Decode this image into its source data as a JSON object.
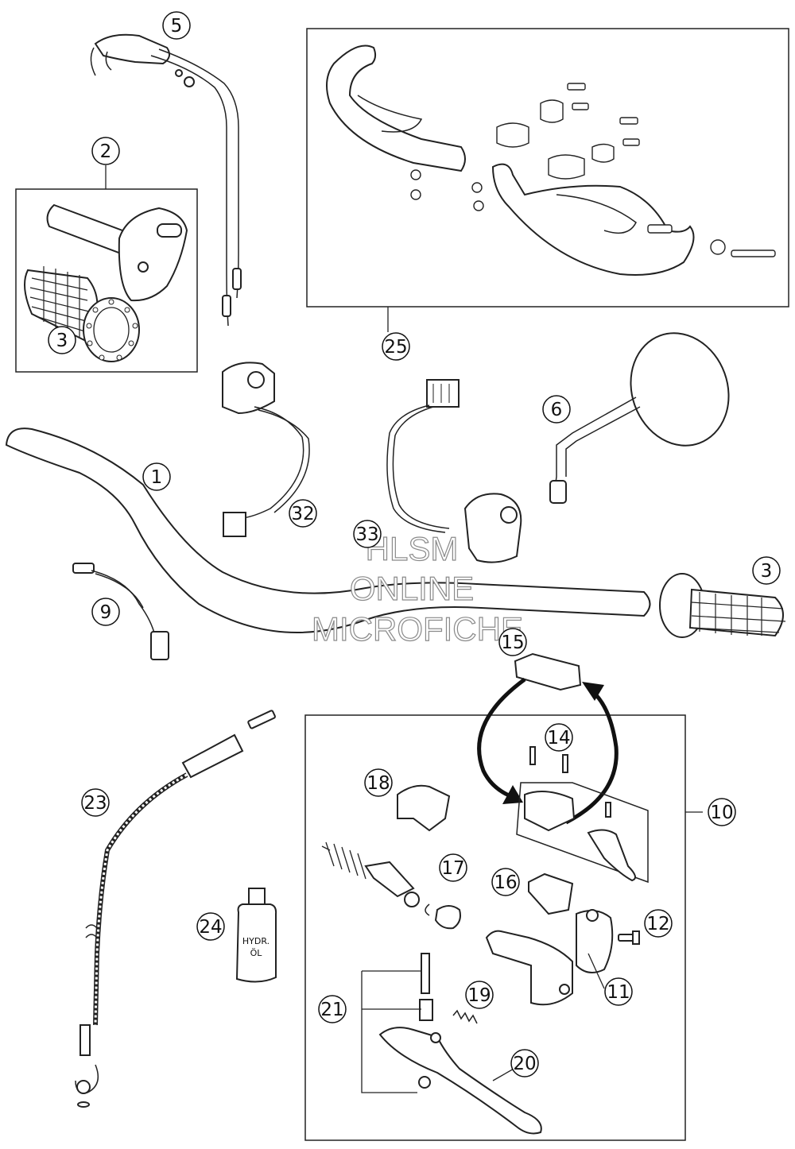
{
  "watermark": {
    "line1": "HLSM",
    "line2": "ONLINE",
    "line3": "MICROFICHE"
  },
  "bottle_label": {
    "line1": "HYDR.",
    "line2": "ÖL"
  },
  "callouts": {
    "c1": "1",
    "c2": "2",
    "c3a": "3",
    "c3b": "3",
    "c5": "5",
    "c6": "6",
    "c9": "9",
    "c10": "10",
    "c11": "11",
    "c12": "12",
    "c14": "14",
    "c15": "15",
    "c16": "16",
    "c17": "17",
    "c18": "18",
    "c19": "19",
    "c20": "20",
    "c21": "21",
    "c23": "23",
    "c24": "24",
    "c25": "25",
    "c32": "32",
    "c33": "33"
  }
}
